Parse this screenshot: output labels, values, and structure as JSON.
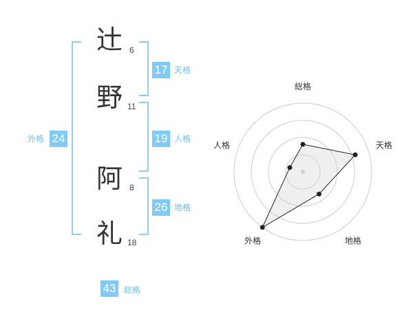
{
  "name": {
    "chars": [
      {
        "char": "辻",
        "strokes": "6"
      },
      {
        "char": "野",
        "strokes": "11"
      },
      {
        "char": "阿",
        "strokes": "8"
      },
      {
        "char": "礼",
        "strokes": "18"
      }
    ]
  },
  "fortunes": {
    "tenkaku": {
      "value": "17",
      "label": "天格"
    },
    "jinkaku": {
      "value": "19",
      "label": "人格"
    },
    "chikaku": {
      "value": "26",
      "label": "地格"
    },
    "gaikaku": {
      "value": "24",
      "label": "外格"
    },
    "soukaku": {
      "value": "43",
      "label": "総格"
    }
  },
  "chart_data": {
    "type": "radar",
    "axes": [
      "総格",
      "天格",
      "地格",
      "外格",
      "人格"
    ],
    "values": [
      2,
      4,
      2,
      5,
      1
    ],
    "range": [
      0,
      5
    ],
    "rings": 4
  },
  "colors": {
    "accent": "#7fcaf6",
    "bracket": "#8fccf0",
    "text": "#333333"
  }
}
